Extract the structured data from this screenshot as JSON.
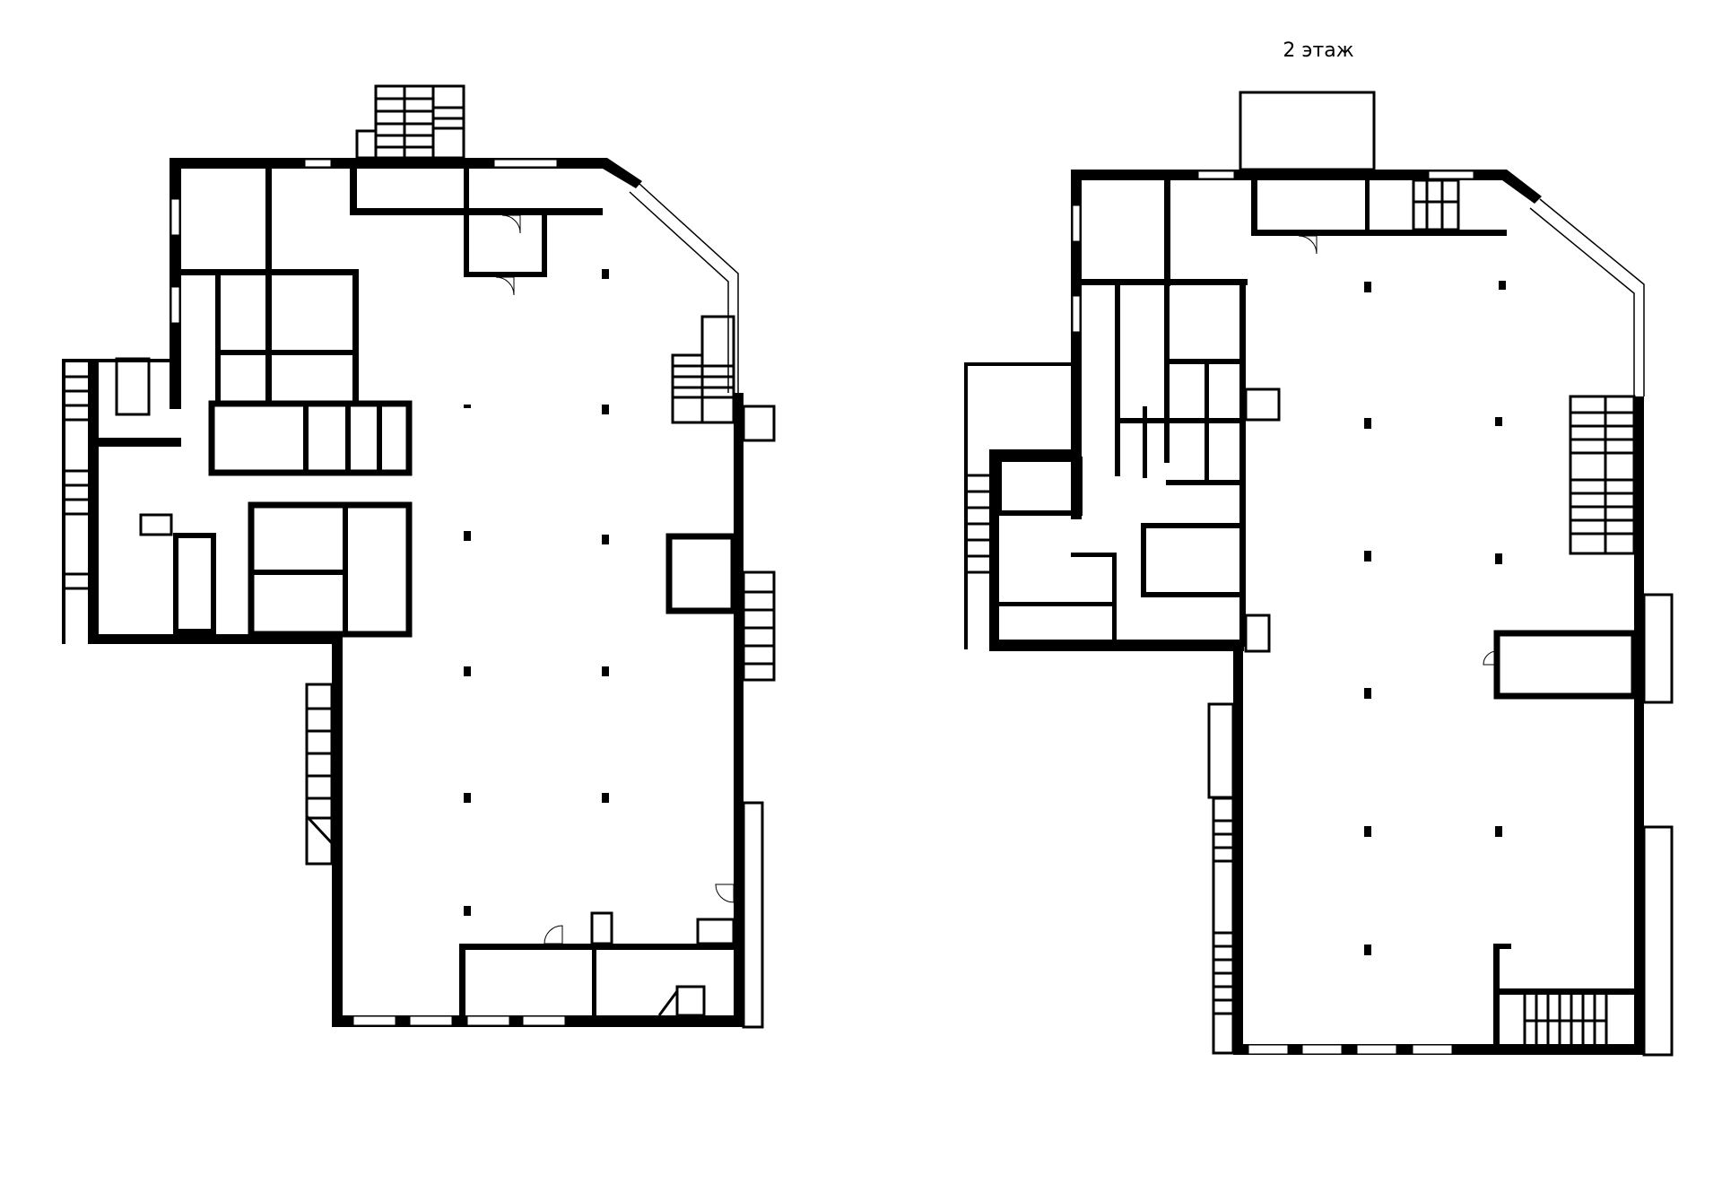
{
  "plans": [
    {
      "id": "floor-1",
      "label": ""
    },
    {
      "id": "floor-2",
      "label": "2 этаж"
    }
  ],
  "colors": {
    "wall": "#000000",
    "background": "#ffffff"
  }
}
